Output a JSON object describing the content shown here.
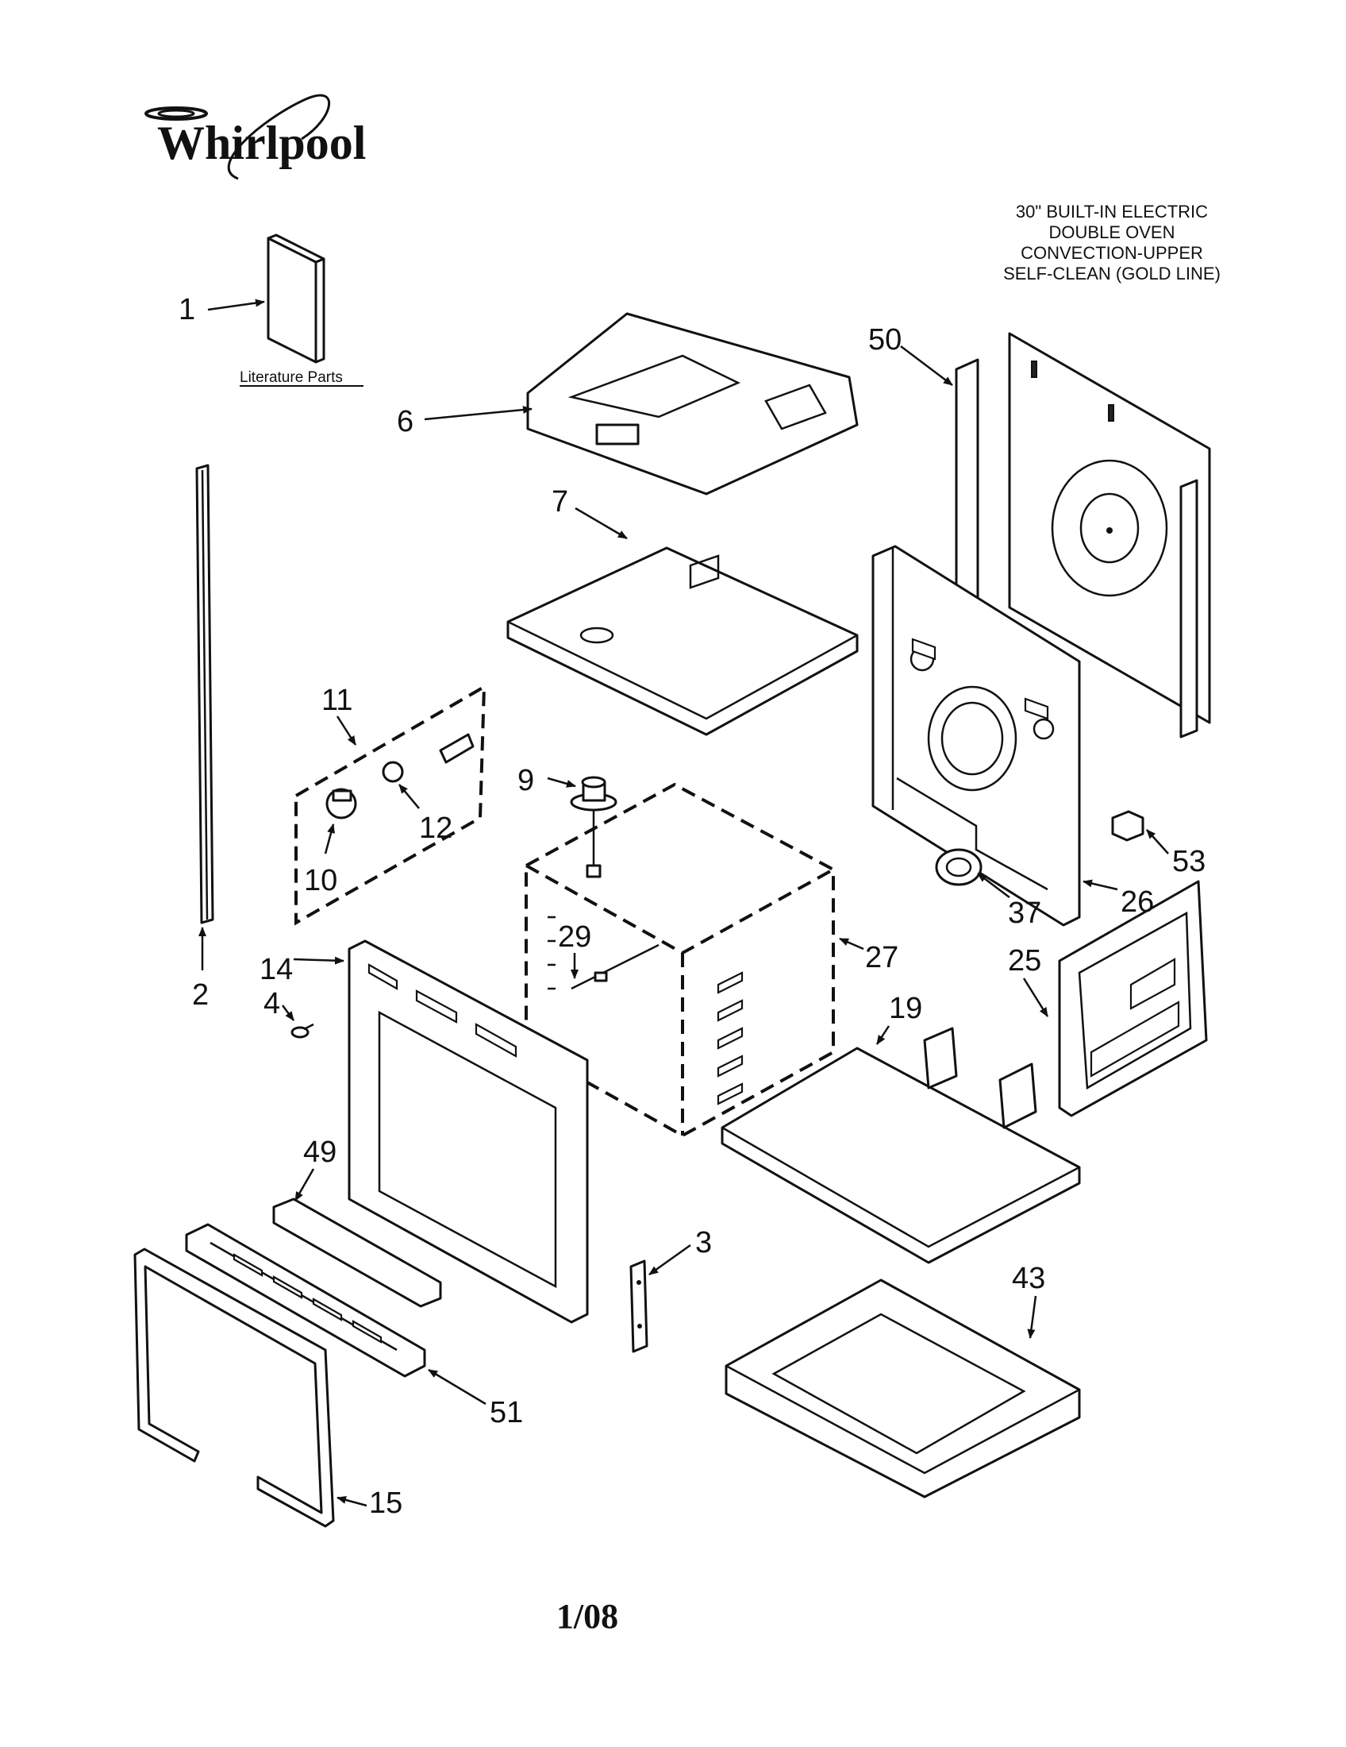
{
  "brand": {
    "name": "Whirlpool"
  },
  "title_lines": [
    "30\" BUILT-IN ELECTRIC",
    "DOUBLE OVEN",
    "CONVECTION-UPPER",
    "SELF-CLEAN (GOLD LINE)"
  ],
  "literature_label": "Literature Parts",
  "footer": "1/08",
  "callouts": {
    "p1": "1",
    "p2": "2",
    "p3": "3",
    "p4": "4",
    "p6": "6",
    "p7": "7",
    "p9": "9",
    "p10": "10",
    "p11": "11",
    "p12": "12",
    "p14": "14",
    "p15": "15",
    "p19": "19",
    "p25": "25",
    "p26": "26",
    "p27": "27",
    "p29": "29",
    "p37": "37",
    "p43": "43",
    "p49": "49",
    "p50": "50",
    "p51": "51",
    "p53": "53"
  }
}
